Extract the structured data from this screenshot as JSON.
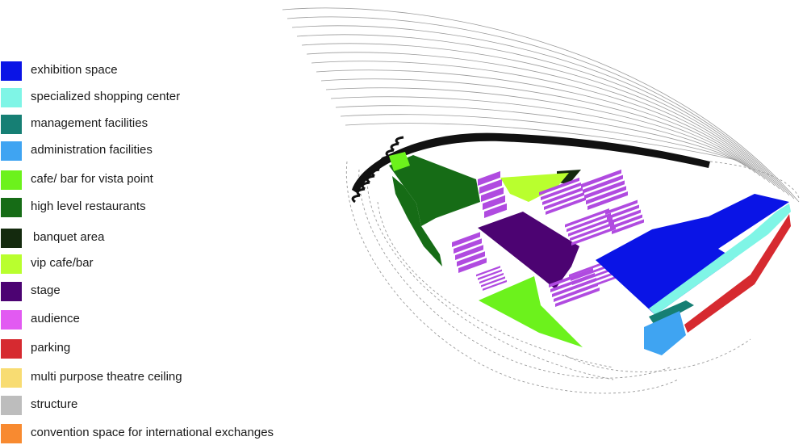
{
  "legend": {
    "items": [
      {
        "label": "exhibition space",
        "color": "#0a14e6"
      },
      {
        "label": "specialized shopping center",
        "color": "#7ff5e6"
      },
      {
        "label": "management facilities",
        "color": "#167f74"
      },
      {
        "label": "administration facilities",
        "color": "#3fa4f2"
      },
      {
        "label": "cafe/ bar for vista point",
        "color": "#6cf21c"
      },
      {
        "label": "high level restaurants",
        "color": "#166c16"
      },
      {
        "label": "banquet area",
        "color": "#142a0e"
      },
      {
        "label": "vip cafe/bar",
        "color": "#b9ff2e"
      },
      {
        "label": "stage",
        "color": "#4c0372"
      },
      {
        "label": "audience",
        "color": "#e25af2"
      },
      {
        "label": "parking",
        "color": "#d62a30"
      },
      {
        "label": "multi purpose theatre ceiling",
        "color": "#f8dc72"
      },
      {
        "label": "structure",
        "color": "#bdbdbd"
      },
      {
        "label": "convention space for international exchanges",
        "color": "#f88a30"
      }
    ]
  },
  "drawing": {
    "line_color": "#9a9a9a",
    "dark_band_color": "#111111",
    "stage_color": "#4c0372",
    "audience_color": "#b04be0",
    "exhibition_color": "#0a14e6",
    "shopping_color": "#7ff5e6",
    "management_color": "#167f74",
    "admin_color": "#3fa4f2",
    "parking_color": "#d62a30",
    "vista_cafe_color": "#6cf21c",
    "restaurant_color": "#166c16",
    "banquet_color": "#142a0e",
    "vip_color": "#b9ff2e"
  }
}
